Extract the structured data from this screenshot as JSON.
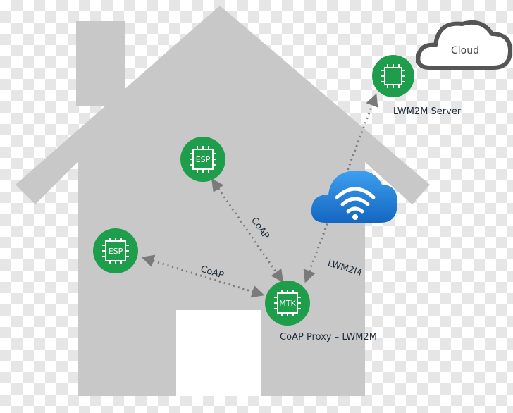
{
  "cloud": {
    "label": "Cloud"
  },
  "nodes": {
    "server": {
      "label": "LWM2M Server"
    },
    "esp_top": {
      "chip": "ESP"
    },
    "esp_left": {
      "chip": "ESP"
    },
    "mtk": {
      "chip": "MTK",
      "label": "CoAP Proxy – LWM2M"
    }
  },
  "links": {
    "esp_top_mtk": "CoAP",
    "esp_left_mtk": "CoAP",
    "mtk_server": "LWM2M"
  },
  "colors": {
    "house": "#c8c8c8",
    "node_green": "#1e9e4a",
    "wifi_cloud": "#1f7ad1",
    "arrow": "#7a7a7a"
  }
}
